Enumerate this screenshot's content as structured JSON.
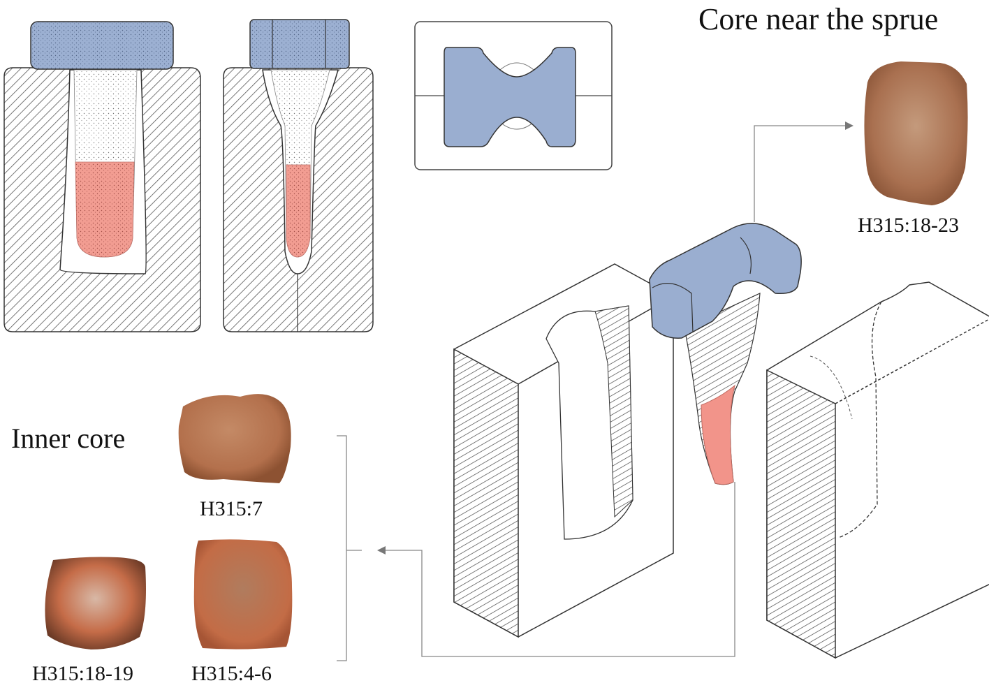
{
  "labels": {
    "core_near_sprue": "Core near the sprue",
    "inner_core": "Inner core"
  },
  "specimens": {
    "sprue_core": "H315:18-23",
    "inner_a": "H315:7",
    "inner_b": "H315:18-19",
    "inner_c": "H315:4-6"
  },
  "colors": {
    "core_blue": "#9aaed0",
    "metal_red": "#f0958a",
    "hatch": "#555555",
    "clay_brown": "#b07a58",
    "clay_orange": "#c76a45"
  }
}
